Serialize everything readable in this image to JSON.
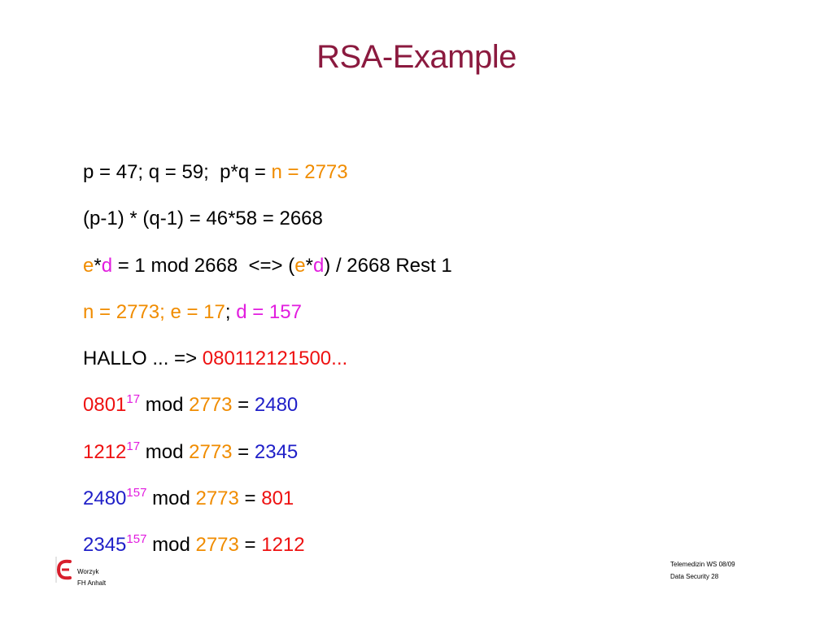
{
  "slide": {
    "title": "RSA-Example",
    "lines": [
      [
        {
          "text": "p = 47; q = 59;  p*q = ",
          "color": "black"
        },
        {
          "text": "n = 2773",
          "color": "orange"
        }
      ],
      [
        {
          "text": "(p-1) * (q-1) = 46*58 = 2668",
          "color": "black"
        }
      ],
      [
        {
          "text": "e",
          "color": "orange"
        },
        {
          "text": "*",
          "color": "black"
        },
        {
          "text": "d",
          "color": "magenta"
        },
        {
          "text": " = 1 mod 2668  <=> (",
          "color": "black"
        },
        {
          "text": "e",
          "color": "orange"
        },
        {
          "text": "*",
          "color": "black"
        },
        {
          "text": "d",
          "color": "magenta"
        },
        {
          "text": ") / 2668 Rest 1",
          "color": "black"
        }
      ],
      [
        {
          "text": "n = 2773; e = 17",
          "color": "orange"
        },
        {
          "text": "; ",
          "color": "black"
        },
        {
          "text": "d = 157",
          "color": "magenta"
        }
      ],
      [
        {
          "text": "HALLO ... => ",
          "color": "black"
        },
        {
          "text": "080112121500...",
          "color": "red"
        }
      ],
      [
        {
          "text": "0801",
          "color": "red"
        },
        {
          "text": "17",
          "color": "magenta",
          "sup": true
        },
        {
          "text": " mod ",
          "color": "black"
        },
        {
          "text": "2773",
          "color": "orange"
        },
        {
          "text": " = ",
          "color": "black"
        },
        {
          "text": "2480",
          "color": "blue"
        }
      ],
      [
        {
          "text": "1212",
          "color": "red"
        },
        {
          "text": "17",
          "color": "magenta",
          "sup": true
        },
        {
          "text": " mod ",
          "color": "black"
        },
        {
          "text": "2773",
          "color": "orange"
        },
        {
          "text": " = ",
          "color": "black"
        },
        {
          "text": "2345",
          "color": "blue"
        }
      ],
      [
        {
          "text": "2480",
          "color": "blue"
        },
        {
          "text": "157",
          "color": "magenta",
          "sup": true
        },
        {
          "text": " mod ",
          "color": "black"
        },
        {
          "text": "2773",
          "color": "orange"
        },
        {
          "text": " = ",
          "color": "black"
        },
        {
          "text": "801",
          "color": "red"
        }
      ],
      [
        {
          "text": "2345",
          "color": "blue"
        },
        {
          "text": "157",
          "color": "magenta",
          "sup": true
        },
        {
          "text": " mod ",
          "color": "black"
        },
        {
          "text": "2773",
          "color": "orange"
        },
        {
          "text": " = ",
          "color": "black"
        },
        {
          "text": "1212",
          "color": "red"
        }
      ]
    ]
  },
  "footer": {
    "author": "Worzyk",
    "institution": "FH Anhalt",
    "course": "Telemedizin WS 08/09",
    "topic": "Data Security 28"
  },
  "colors": {
    "title": "#8b1a3f",
    "black": "#000000",
    "orange": "#f08c00",
    "magenta": "#e21ddf",
    "red": "#ee1111",
    "blue": "#1f1fc8",
    "logo_red": "#d81e2c"
  },
  "icons": {
    "logo": "fh-anhalt-logo-icon"
  }
}
